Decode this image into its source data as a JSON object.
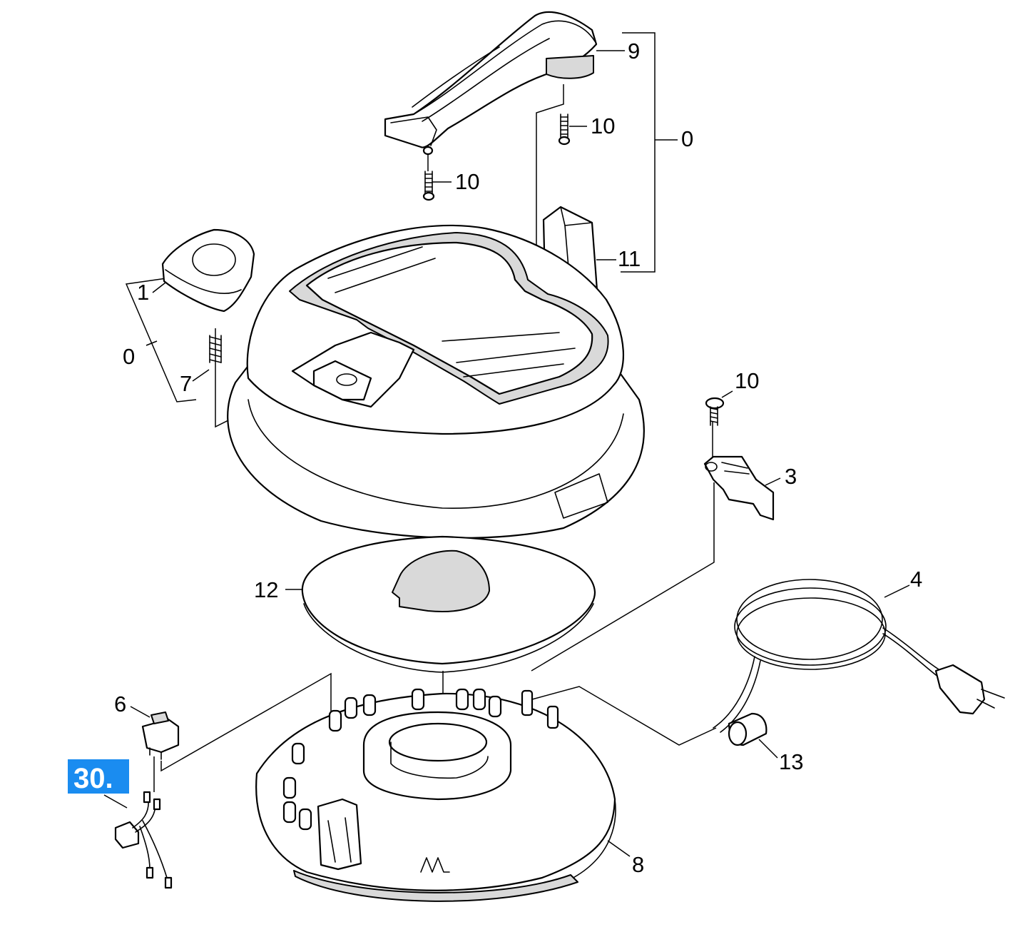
{
  "badge": {
    "text": "30.",
    "color": "#1a8cf0"
  },
  "labels": {
    "l9": "9",
    "l10a": "10",
    "l10b": "10",
    "l0a": "0",
    "l11": "11",
    "l1": "1",
    "l0b": "0",
    "l7": "7",
    "l10c": "10",
    "l3": "3",
    "l12": "12",
    "l4": "4",
    "l6": "6",
    "l13": "13",
    "l8": "8"
  }
}
